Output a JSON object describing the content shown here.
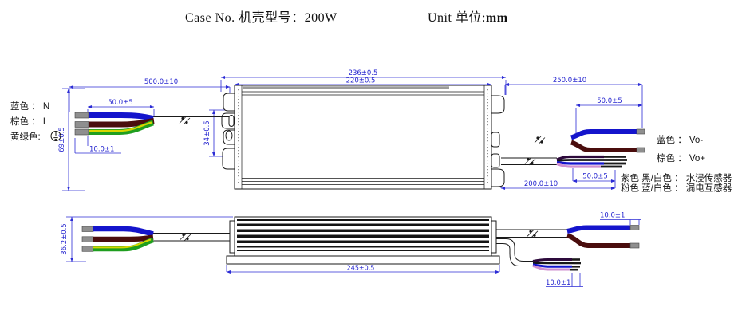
{
  "drawing": {
    "title_case": "Case No. 机壳型号：200W",
    "title_unit_prefix": "Unit 单位:",
    "title_unit_value": "mm"
  },
  "colors": {
    "dimension_blue": "#2b2bd5",
    "outline_black": "#1a1a1a",
    "wire_blue": "#1414cc",
    "wire_brown": "#4a0d0d",
    "wire_green": "#1f9e1f",
    "wire_yellow": "#d6d600",
    "wire_purple": "#2d0a3c",
    "wire_black": "#161616",
    "wire_pink": "#cf8fcf",
    "tin_gray": "#8f8f8f",
    "tip_black": "#1a1a1a",
    "fin_shade_gray": "#9b9b9b"
  },
  "top_view": {
    "dim_outer_length": "236±0.5",
    "dim_body_length": "220±0.5",
    "dim_input_cable": "500.0±10",
    "dim_input_strip": "50.0±5",
    "dim_input_tin": "10.0±1",
    "dim_case_width": "69±0.5",
    "dim_gland_offset": "34±0.5",
    "dim_output_cable": "250.0±10",
    "dim_output_strip": "50.0±5",
    "dim_sensor_strip": "50.0±5",
    "dim_sensor_cable": "200.0±10",
    "label_input_blue": "蓝色 ： N",
    "label_input_brown": "棕色 ： L",
    "label_input_ground": "黄绿色:",
    "label_output_blue": "蓝色 ： Vo-",
    "label_output_brown": "棕色 ： Vo+",
    "label_sensor_line1": "紫色 黑/白色 ： 水浸传感器",
    "label_sensor_line2": "粉色 蓝/白色 ： 漏电互感器"
  },
  "side_view": {
    "dim_case_height": "36.2±0.5",
    "dim_base_length": "245±0.5",
    "dim_output_tin": "10.0±1",
    "dim_sensor_tin": "10.0±1"
  }
}
